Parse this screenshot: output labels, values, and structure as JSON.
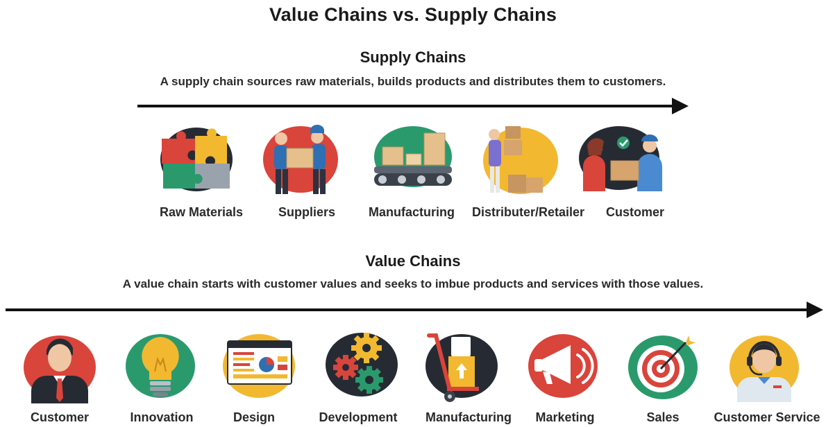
{
  "title": "Value Chains vs. Supply Chains",
  "supply": {
    "heading": "Supply Chains",
    "description": "A supply chain sources raw materials, builds products and distributes them to customers.",
    "steps": [
      {
        "label": "Raw Materials",
        "icon": "puzzle-icon"
      },
      {
        "label": "Suppliers",
        "icon": "delivery-workers-icon"
      },
      {
        "label": "Manufacturing",
        "icon": "conveyor-belt-icon"
      },
      {
        "label": "Distributer/Retailer",
        "icon": "stacked-boxes-icon"
      },
      {
        "label": "Customer",
        "icon": "package-handover-icon"
      }
    ]
  },
  "value": {
    "heading": "Value Chains",
    "description": "A value chain starts with customer values and seeks to imbue products and services with those values.",
    "steps": [
      {
        "label": "Customer",
        "icon": "businessman-icon"
      },
      {
        "label": "Innovation",
        "icon": "lightbulb-icon"
      },
      {
        "label": "Design",
        "icon": "design-window-icon"
      },
      {
        "label": "Development",
        "icon": "gears-icon"
      },
      {
        "label": "Manufacturing",
        "icon": "hand-truck-icon"
      },
      {
        "label": "Marketing",
        "icon": "megaphone-icon"
      },
      {
        "label": "Sales",
        "icon": "target-icon"
      },
      {
        "label": "Customer Service",
        "icon": "headset-agent-icon"
      }
    ]
  },
  "colors": {
    "red": "#d9443b",
    "green": "#2a9a6d",
    "yellow": "#f2b830",
    "dark": "#262b33",
    "arrow": "#111111"
  }
}
